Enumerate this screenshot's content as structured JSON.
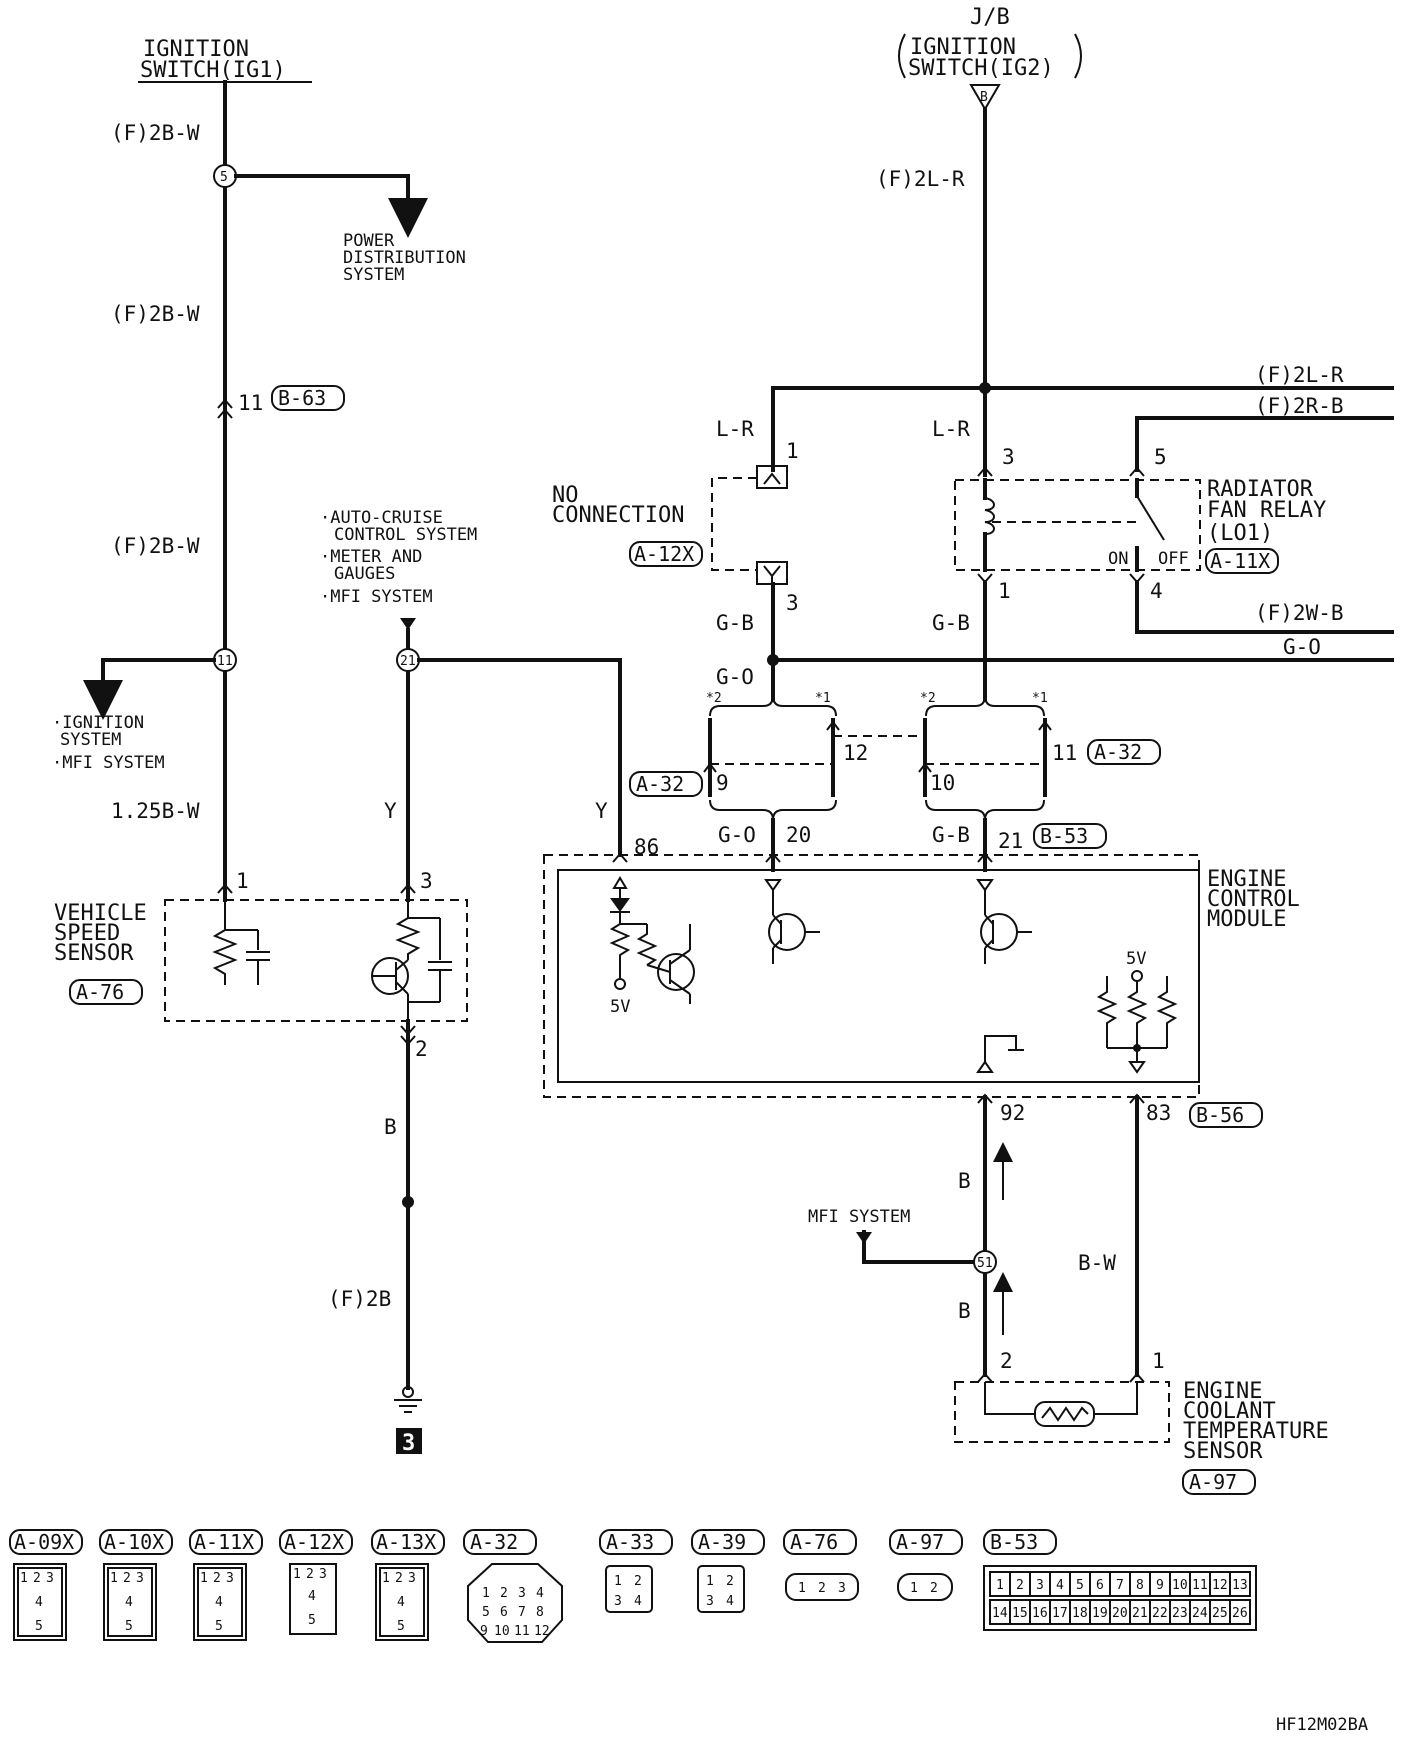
{
  "power": {
    "ig1_line1": "IGNITION",
    "ig1_line2": "SWITCH(IG1)",
    "jb": "J/B",
    "ig2_line1": "IGNITION",
    "ig2_line2": "SWITCH(IG2)",
    "ig2_terminal": "B"
  },
  "wires": {
    "f2bw_a": "(F)2B-W",
    "f2bw_b": "(F)2B-W",
    "f2bw_c": "(F)2B-W",
    "w125bw": "1.25B-W",
    "y_left": "Y",
    "y_right": "Y",
    "b_gnd": "B",
    "f2b": "(F)2B",
    "f2lr_top": "(F)2L-R",
    "f2lr_right": "(F)2L-R",
    "f2rb": "(F)2R-B",
    "lr_left": "L-R",
    "lr_mid": "L-R",
    "gb_left": "G-B",
    "gb_mid": "G-B",
    "go_right": "G-O",
    "go_left": "G-O",
    "f2wb": "(F)2W-B",
    "go_bottom": "G-O",
    "gb_bottom": "G-B",
    "b_ecm_a": "B",
    "b_ecm_b": "B",
    "bw": "B-W"
  },
  "splices": {
    "s5": "5",
    "s11": "11",
    "s21": "21",
    "s51": "51"
  },
  "pins": {
    "p11": "11",
    "p1_vss": "1",
    "p3_vss": "3",
    "p2_vss": "2",
    "p1_12x": "1",
    "p3_12x": "3",
    "p3_relay": "3",
    "p5_relay": "5",
    "p1_relay": "1",
    "p4_relay": "4",
    "p12": "12",
    "p11_a32": "11",
    "p9": "9",
    "p10": "10",
    "p86": "86",
    "p20": "20",
    "p21": "21",
    "p92": "92",
    "p83": "83",
    "p2_ect": "2",
    "p1_ect": "1",
    "star2_a": "*2",
    "star1_a": "*1",
    "star2_b": "*2",
    "star1_b": "*1",
    "five_v_a": "5V",
    "five_v_b": "5V",
    "on": "ON",
    "off": "OFF"
  },
  "conn_tags": {
    "b63": "B-63",
    "a76": "A-76",
    "a12x": "A-12X",
    "a11x": "A-11X",
    "a32_right": "A-32",
    "a32_left": "A-32",
    "b53": "B-53",
    "b56": "B-56",
    "a97": "A-97"
  },
  "labels": {
    "power_dist_1": "POWER",
    "power_dist_2": "DISTRIBUTION",
    "power_dist_3": "SYSTEM",
    "auto_cruise_1": "·AUTO-CRUISE",
    "auto_cruise_2": "CONTROL SYSTEM",
    "meter_1": "·METER AND",
    "meter_2": "GAUGES",
    "mfi_top": "·MFI SYSTEM",
    "ign_sys_1": "·IGNITION",
    "ign_sys_2": "SYSTEM",
    "ign_mfi": "·MFI SYSTEM",
    "vss_1": "VEHICLE",
    "vss_2": "SPEED",
    "vss_3": "SENSOR",
    "no_conn_1": "NO",
    "no_conn_2": "CONNECTION",
    "relay_1": "RADIATOR",
    "relay_2": "FAN RELAY",
    "relay_3": "(LO1)",
    "ecm_1": "ENGINE",
    "ecm_2": "CONTROL",
    "ecm_3": "MODULE",
    "ect_1": "ENGINE",
    "ect_2": "COOLANT",
    "ect_3": "TEMPERATURE",
    "ect_4": "SENSOR",
    "mfi_bottom": "MFI SYSTEM",
    "ground_no": "3",
    "code": "HF12M02BA"
  },
  "legend": {
    "a09x": "A-09X",
    "a10x": "A-10X",
    "a11x": "A-11X",
    "a12x": "A-12X",
    "a13x": "A-13X",
    "a32": "A-32",
    "a33": "A-33",
    "a39": "A-39",
    "a76": "A-76",
    "a97": "A-97",
    "b53": "B-53",
    "pins_123": [
      "1",
      "2",
      "3"
    ],
    "pin_4": "4",
    "pin_5": "5",
    "a32_pins": [
      "1",
      "2",
      "3",
      "4",
      "5",
      "6",
      "7",
      "8",
      "9",
      "10",
      "11",
      "12"
    ],
    "q_pins": [
      "1",
      "2",
      "3",
      "4"
    ],
    "a76_pins": [
      "1",
      "2",
      "3"
    ],
    "a97_pins": [
      "1",
      "2"
    ],
    "b53_row1": [
      "1",
      "2",
      "3",
      "4",
      "5",
      "6",
      "7",
      "8",
      "9",
      "10",
      "11",
      "12",
      "13"
    ],
    "b53_row2": [
      "14",
      "15",
      "16",
      "17",
      "18",
      "19",
      "20",
      "21",
      "22",
      "23",
      "24",
      "25",
      "26"
    ]
  }
}
